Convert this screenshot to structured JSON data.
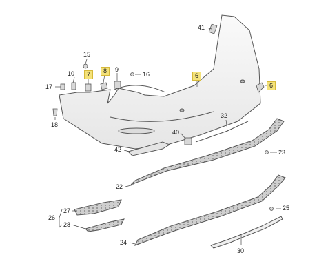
{
  "callouts": {
    "p41": "41",
    "p15": "15",
    "p10": "10",
    "p7": "7",
    "p8": "8",
    "p9": "9",
    "p16": "16",
    "p6a": "6",
    "p6b": "6",
    "p17": "17",
    "p18": "18",
    "p32": "32",
    "p40": "40",
    "p42": "42",
    "p23": "23",
    "p22": "22",
    "p26": "26",
    "p27": "27",
    "p28": "28",
    "p25": "25",
    "p24": "24",
    "p30": "30"
  },
  "colors": {
    "highlight": "#f4e27a",
    "part_stroke": "#555555",
    "leader": "#444444"
  }
}
